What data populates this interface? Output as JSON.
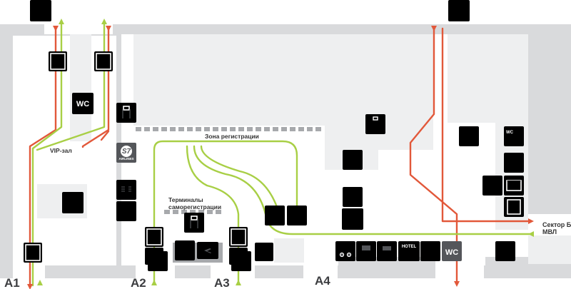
{
  "labels": {
    "vip": "VIP-зал",
    "registration_zone": "Зона регистрации",
    "kiosks_line1": "Терминалы",
    "kiosks_line2": "саморегистрации",
    "sector_line1": "Сектор Б",
    "sector_line2": "МВЛ",
    "airline_logo": "S7",
    "airline_sub": "AIRLINES",
    "wc": "WC",
    "hotel": "HOTEL"
  },
  "gates": {
    "a1": "A1",
    "a2": "A2",
    "a3": "A3",
    "a4": "A4"
  },
  "colors": {
    "route_red": "#e2583a",
    "route_green": "#a8cf45",
    "icon_background": "#54565a",
    "wall": "#d9dadc"
  },
  "icons": [
    "stairs-icon",
    "elevator-icon",
    "wc-icon",
    "luggage-icon",
    "s7-airlines-logo",
    "newspaper-icon",
    "cafe-icon",
    "bar-icon",
    "baggage-icon",
    "escalator-icon",
    "phone-icon",
    "accessible-icon",
    "hearing-assistance-icon",
    "information-icon",
    "ticket-icon",
    "first-aid-icon",
    "mail-icon",
    "atm-icon",
    "sign-language-icon",
    "taxi-icon",
    "bus-icon",
    "train-icon",
    "hotel-icon",
    "shopping-cart-icon"
  ]
}
